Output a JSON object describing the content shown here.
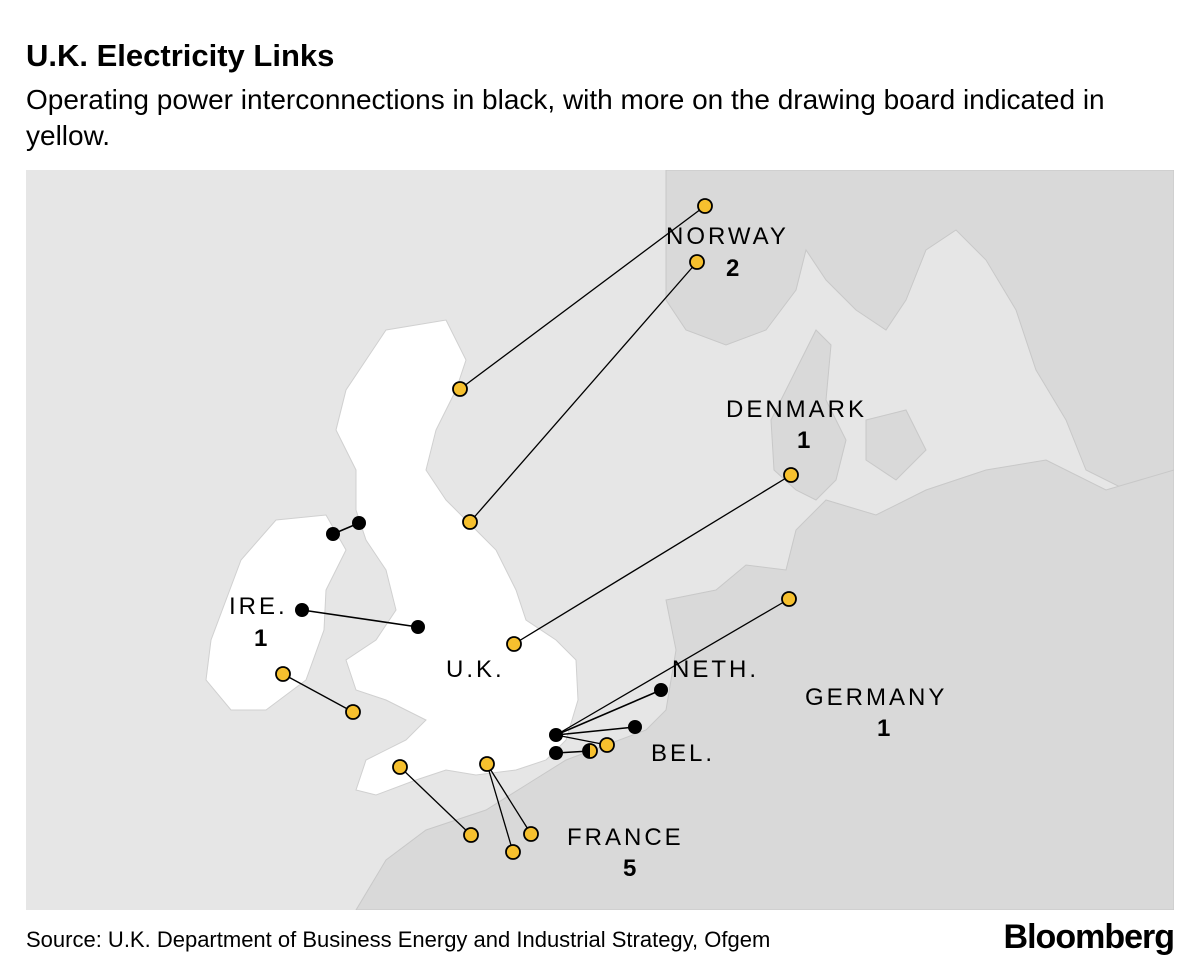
{
  "header": {
    "title": "U.K. Electricity Links",
    "subtitle": "Operating power interconnections in black, with more on the drawing board indicated in yellow."
  },
  "legend_colors": {
    "operating": "#000000",
    "planned": "#f6c02e",
    "land": "#ffffff",
    "sea": "#e6e6e6",
    "other_land": "#d9d9d9"
  },
  "labels": {
    "norway": {
      "name": "NORWAY",
      "count": "2"
    },
    "denmark": {
      "name": "DENMARK",
      "count": "1"
    },
    "ireland": {
      "name": "IRE.",
      "count": "1"
    },
    "uk": {
      "name": "U.K."
    },
    "neth": {
      "name": "NETH."
    },
    "germany": {
      "name": "GERMANY",
      "count": "1"
    },
    "bel": {
      "name": "BEL."
    },
    "france": {
      "name": "FRANCE",
      "count": "5"
    }
  },
  "footer": {
    "source": "Source: U.K. Department of Business Energy and Industrial Strategy, Ofgem",
    "brand": "Bloomberg"
  }
}
